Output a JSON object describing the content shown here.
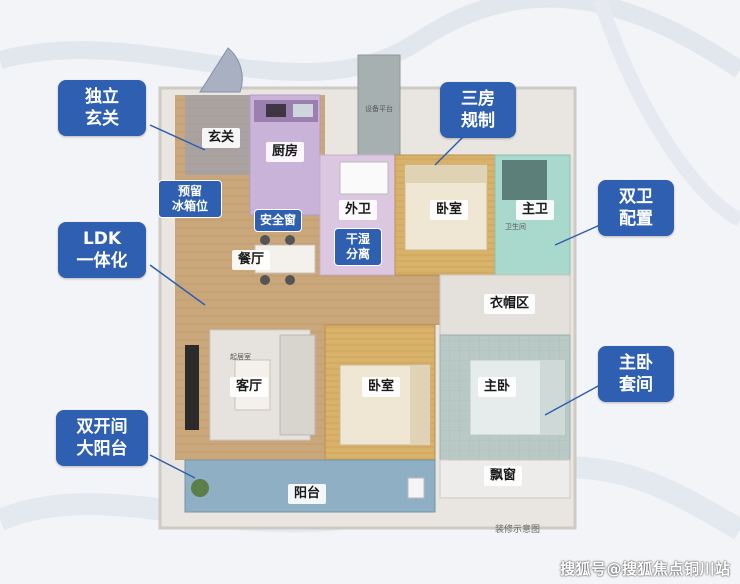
{
  "rooms": {
    "entry": "玄关",
    "kitchen": "厨房",
    "guest_bath": "外卫",
    "bedroom_1": "卧室",
    "master_bath": "主卫",
    "dining": "餐厅",
    "wardrobe": "衣帽区",
    "living": "客厅",
    "bedroom_2": "卧室",
    "master_bedroom": "主卧",
    "bay_window": "飘窗",
    "balcony": "阳台"
  },
  "callouts": {
    "entry": [
      "独立",
      "玄关"
    ],
    "layout": [
      "三房",
      "规制"
    ],
    "ldk": [
      "LDK",
      "一体化"
    ],
    "baths": [
      "双卫",
      "配置"
    ],
    "suite": [
      "主卧",
      "套间"
    ],
    "balcony": [
      "双开间",
      "大阳台"
    ]
  },
  "tags": {
    "fridge": [
      "预留",
      "冰箱位"
    ],
    "safety_window": [
      "安全窗"
    ],
    "dry_wet": [
      "干湿",
      "分离"
    ]
  },
  "small_labels": {
    "equipment_platform": "设备平台",
    "bath_sub": "卫生间",
    "sofa_area": "起居室"
  },
  "caption": "装修示意图",
  "watermark": "搜狐号@搜狐焦点铜川站",
  "colors": {
    "callout_blue": "#2f5fb0",
    "floor_wood": "#c9a77a",
    "bedroom_floor": "#d9b26a",
    "kitchen_tint": "#c9b3d9",
    "bath_tint": "#dcc7e0",
    "master_bath_tint": "#a9d8cc",
    "balcony_tint": "#8fb0c4"
  }
}
